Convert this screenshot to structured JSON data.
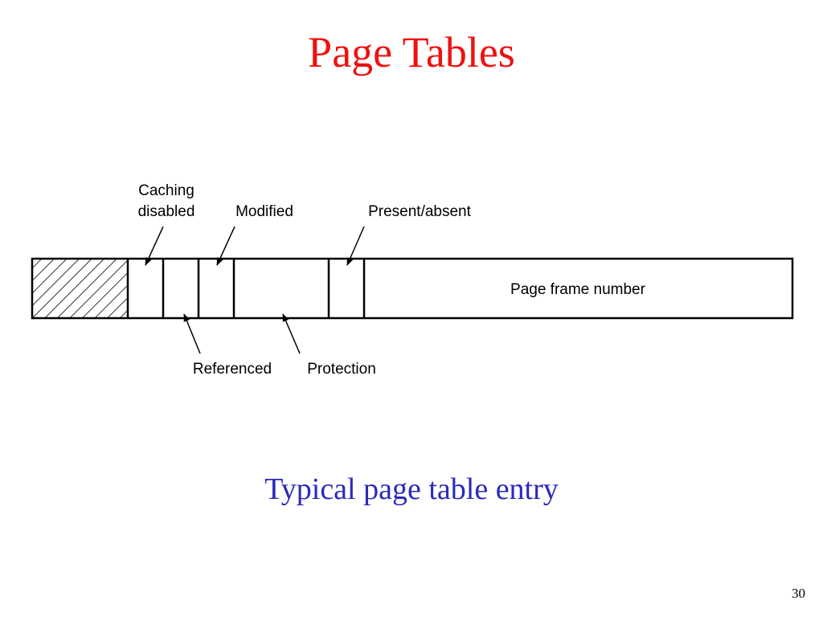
{
  "slide": {
    "title": "Page Tables",
    "caption": "Typical page table entry",
    "page_number": "30"
  },
  "colors": {
    "title": "#ee1111",
    "caption": "#2b2bb8",
    "ink": "#000000"
  },
  "entry_fields": {
    "caching_disabled_line1": "Caching",
    "caching_disabled_line2": "disabled",
    "modified": "Modified",
    "present_absent": "Present/absent",
    "referenced": "Referenced",
    "protection": "Protection",
    "page_frame_number": "Page frame number"
  }
}
